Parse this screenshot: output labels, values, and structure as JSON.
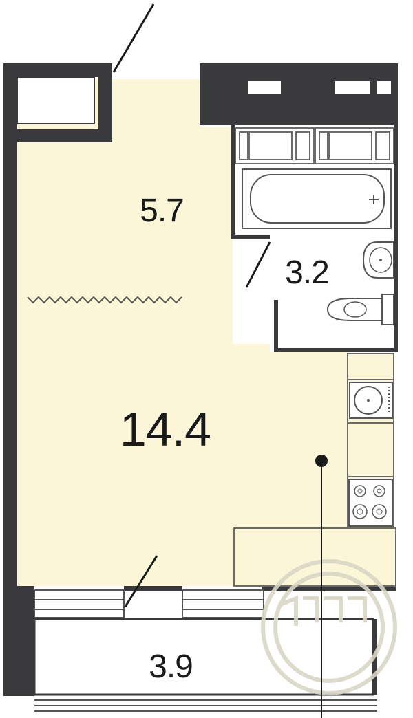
{
  "plan": {
    "rooms": [
      {
        "id": "hall",
        "label": "5.7"
      },
      {
        "id": "bathroom",
        "label": "3.2"
      },
      {
        "id": "living",
        "label": "14.4"
      },
      {
        "id": "balcony",
        "label": "3.9"
      }
    ],
    "colors": {
      "wall": "#3a3a3c",
      "floor": "#fbf6d8",
      "fixture_fill": "#ffffff",
      "fixture_stroke": "#555555",
      "line": "#1a1a1a",
      "watermark": "#d9d6c6"
    },
    "icons": [
      "bathtub-icon",
      "washbasin-icon",
      "toilet-icon",
      "sink-icon",
      "stove-icon",
      "entry-marker-icon",
      "watermark-logo-icon"
    ]
  }
}
